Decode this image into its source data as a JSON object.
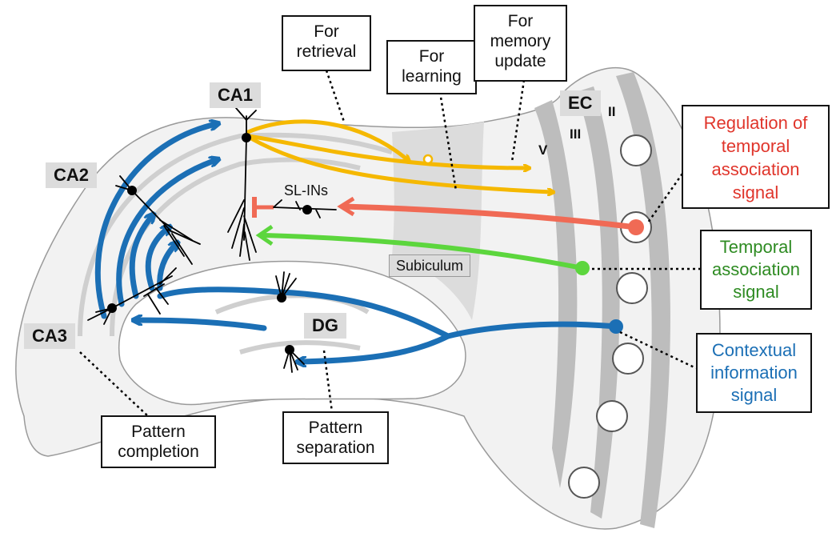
{
  "regions": {
    "ca1": "CA1",
    "ca2": "CA2",
    "ca3": "CA3",
    "dg": "DG",
    "ec": "EC",
    "subiculum": "Subiculum"
  },
  "layers": {
    "II": "II",
    "III": "III",
    "V": "V"
  },
  "interneurons": "SL-INs",
  "callouts": {
    "retrieval": [
      "For",
      "retrieval"
    ],
    "learning": [
      "For",
      "learning"
    ],
    "memory_update": [
      "For",
      "memory",
      "update"
    ],
    "regulation": [
      "Regulation of",
      "temporal",
      "association",
      "signal"
    ],
    "temporal": [
      "Temporal",
      "association",
      "signal"
    ],
    "contextual": [
      "Contextual",
      "information",
      "signal"
    ],
    "pattern_completion": [
      "Pattern",
      "completion"
    ],
    "pattern_separation": [
      "Pattern",
      "separation"
    ]
  },
  "colors": {
    "blue_pathway": "#1b6fb5",
    "yellow_pathway": "#f5b800",
    "red_pathway": "#f06a55",
    "green_pathway": "#5cd63d",
    "regulation_text": "#e0352b",
    "temporal_text": "#2e8b22",
    "contextual_text": "#1b6fb5",
    "ec_bands": "#bdbdbd",
    "subiculum_fill": "#dcdcdc"
  }
}
